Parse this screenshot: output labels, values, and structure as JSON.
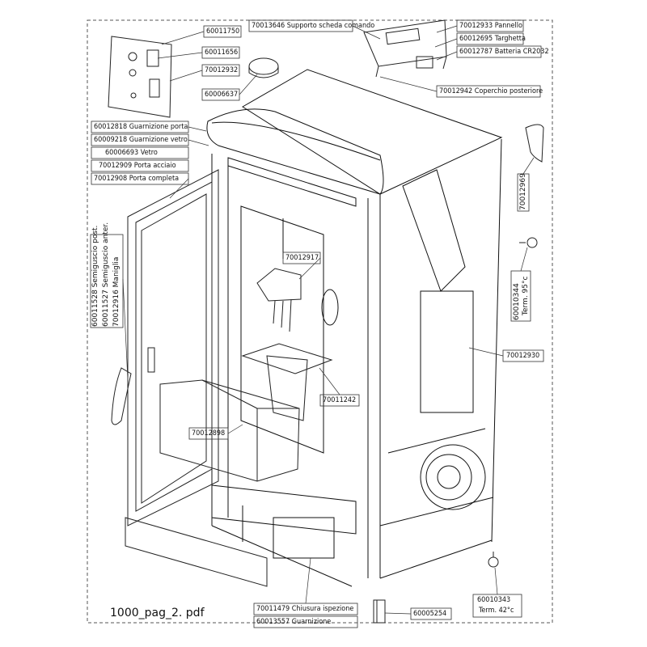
{
  "footer": {
    "filename": "1000_pag_2. pdf"
  },
  "labels": {
    "p60011750": "60011750",
    "p60011656": "60011656",
    "p70012932": "70012932",
    "p60006637": "60006637",
    "p70013646": "70013646  Supporto scheda comando",
    "p70012933": "70012933  Pannello",
    "p60012695": "60012695 Targhetta",
    "p60012787": "60012787 Batteria CR2032",
    "p70012942": "70012942 Coperchio posteriore",
    "p60012818": "60012818 Guarnizione porta",
    "p60009218": "60009218 Guarnizione vetro",
    "p60006693": "60006693 Vetro",
    "p70012909": "70012909  Porta acciaio",
    "p70012908": "70012908  Porta completa",
    "p60011528": "60011528 Semiguscio post.",
    "p60011527": "60011527 Semiguscio anter.",
    "p70012916": "70012916 Maniglia",
    "p70012917": "70012917",
    "p70012969": "70012969",
    "p60010344": "60010344",
    "p60010344_t": "Term. 95°c",
    "p70012930": "70012930",
    "p70011242": "70011242",
    "p70012898": "70012898",
    "p70011479": "70011479   Chiusura ispezione",
    "p60013557": "60013557   Guarnizione",
    "p60005254": "60005254",
    "p60010343": "60010343",
    "p60010343_t": "Term. 42°c"
  }
}
